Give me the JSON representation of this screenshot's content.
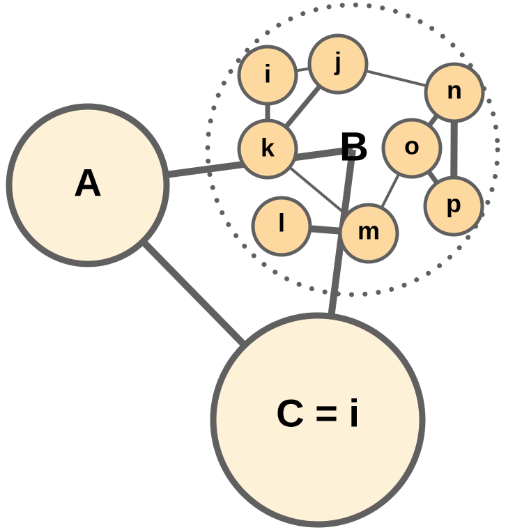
{
  "colors": {
    "stroke": "#606060",
    "big_node_fill": "#fdf1d8",
    "small_node_fill": "#fdd9a0",
    "text": "#000000"
  },
  "cluster": {
    "id": "B",
    "label": "B"
  },
  "big_nodes": [
    {
      "id": "A",
      "label": "A"
    },
    {
      "id": "C",
      "label": "C = i"
    }
  ],
  "small_nodes": [
    {
      "id": "i",
      "label": "i"
    },
    {
      "id": "j",
      "label": "j"
    },
    {
      "id": "k",
      "label": "k"
    },
    {
      "id": "l",
      "label": "l"
    },
    {
      "id": "m",
      "label": "m"
    },
    {
      "id": "n",
      "label": "n"
    },
    {
      "id": "o",
      "label": "o"
    },
    {
      "id": "p",
      "label": "p"
    }
  ],
  "edges": [
    {
      "from": "A",
      "to": "B",
      "weight": "heavy"
    },
    {
      "from": "A",
      "to": "C",
      "weight": "heavy"
    },
    {
      "from": "B",
      "to": "C",
      "weight": "heavy"
    },
    {
      "from": "i",
      "to": "j",
      "weight": "thin"
    },
    {
      "from": "i",
      "to": "k",
      "weight": "medium"
    },
    {
      "from": "j",
      "to": "k",
      "weight": "medium"
    },
    {
      "from": "j",
      "to": "n",
      "weight": "thin"
    },
    {
      "from": "k",
      "to": "m",
      "weight": "thin"
    },
    {
      "from": "l",
      "to": "m",
      "weight": "heavy"
    },
    {
      "from": "m",
      "to": "o",
      "weight": "thin"
    },
    {
      "from": "n",
      "to": "o",
      "weight": "medium"
    },
    {
      "from": "n",
      "to": "p",
      "weight": "heavy"
    },
    {
      "from": "o",
      "to": "p",
      "weight": "medium"
    }
  ]
}
